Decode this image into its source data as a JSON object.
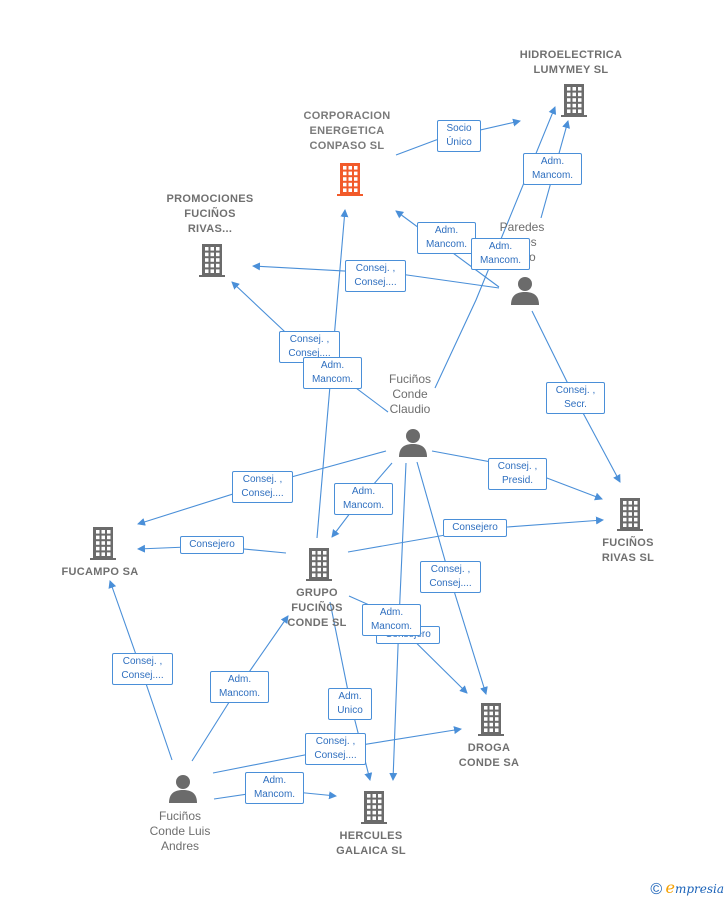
{
  "nodes": {
    "corporacion": {
      "label": "CORPORACION\nENERGETICA\nCONPASO SL",
      "kind": "company",
      "color": "#f25a2a"
    },
    "hidroelectrica": {
      "label": "HIDROELECTRICA\nLUMYMEY SL",
      "kind": "company",
      "color": "#6b6b6b"
    },
    "promociones": {
      "label": "PROMOCIONES\nFUCIÑOS\nRIVAS...",
      "kind": "company",
      "color": "#6b6b6b"
    },
    "paredes": {
      "label": "Paredes\n...nos\n...rdo",
      "kind": "person",
      "color": "#6b6b6b"
    },
    "claudio": {
      "label": "Fuciños\nConde\nClaudio",
      "kind": "person",
      "color": "#6b6b6b"
    },
    "fucinos_rivas": {
      "label": "FUCIÑOS\nRIVAS SL",
      "kind": "company",
      "color": "#6b6b6b"
    },
    "fucampo": {
      "label": "FUCAMPO SA",
      "kind": "company",
      "color": "#6b6b6b"
    },
    "grupo": {
      "label": "GRUPO\nFUCIÑOS\nCONDE SL",
      "kind": "company",
      "color": "#6b6b6b"
    },
    "droga": {
      "label": "DROGA\nCONDE SA",
      "kind": "company",
      "color": "#6b6b6b"
    },
    "luis": {
      "label": "Fuciños\nConde Luis\nAndres",
      "kind": "person",
      "color": "#6b6b6b"
    },
    "hercules": {
      "label": "HERCULES\nGALAICA SL",
      "kind": "company",
      "color": "#6b6b6b"
    }
  },
  "relations": [
    {
      "label": "Socio\nÚnico"
    },
    {
      "label": "Adm.\nMancom."
    },
    {
      "label": "Adm.\nMancom."
    },
    {
      "label": "Adm.\nMancom."
    },
    {
      "label": "Consej. ,\nConsej...."
    },
    {
      "label": "Consej. ,\nConsej...."
    },
    {
      "label": "Adm.\nMancom."
    },
    {
      "label": "Consej. ,\nSecr."
    },
    {
      "label": "Consej. ,\nConsej...."
    },
    {
      "label": "Consej. ,\nPresid."
    },
    {
      "label": "Adm.\nMancom."
    },
    {
      "label": "Consejero"
    },
    {
      "label": "Consejero"
    },
    {
      "label": "Consej. ,\nConsej...."
    },
    {
      "label": "Consejero"
    },
    {
      "label": "Adm.\nMancom."
    },
    {
      "label": "Consej. ,\nConsej...."
    },
    {
      "label": "Adm.\nMancom."
    },
    {
      "label": "Adm.\nUnico"
    },
    {
      "label": "Consej. ,\nConsej...."
    },
    {
      "label": "Adm.\nMancom."
    }
  ],
  "footer": {
    "copyright_symbol": "©",
    "brand_initial": "e",
    "brand_rest": "mpresia"
  },
  "colors": {
    "edge": "#4a8fd8",
    "label_text": "#2f6fbf",
    "icon": "#6b6b6b",
    "highlight": "#f25a2a"
  }
}
